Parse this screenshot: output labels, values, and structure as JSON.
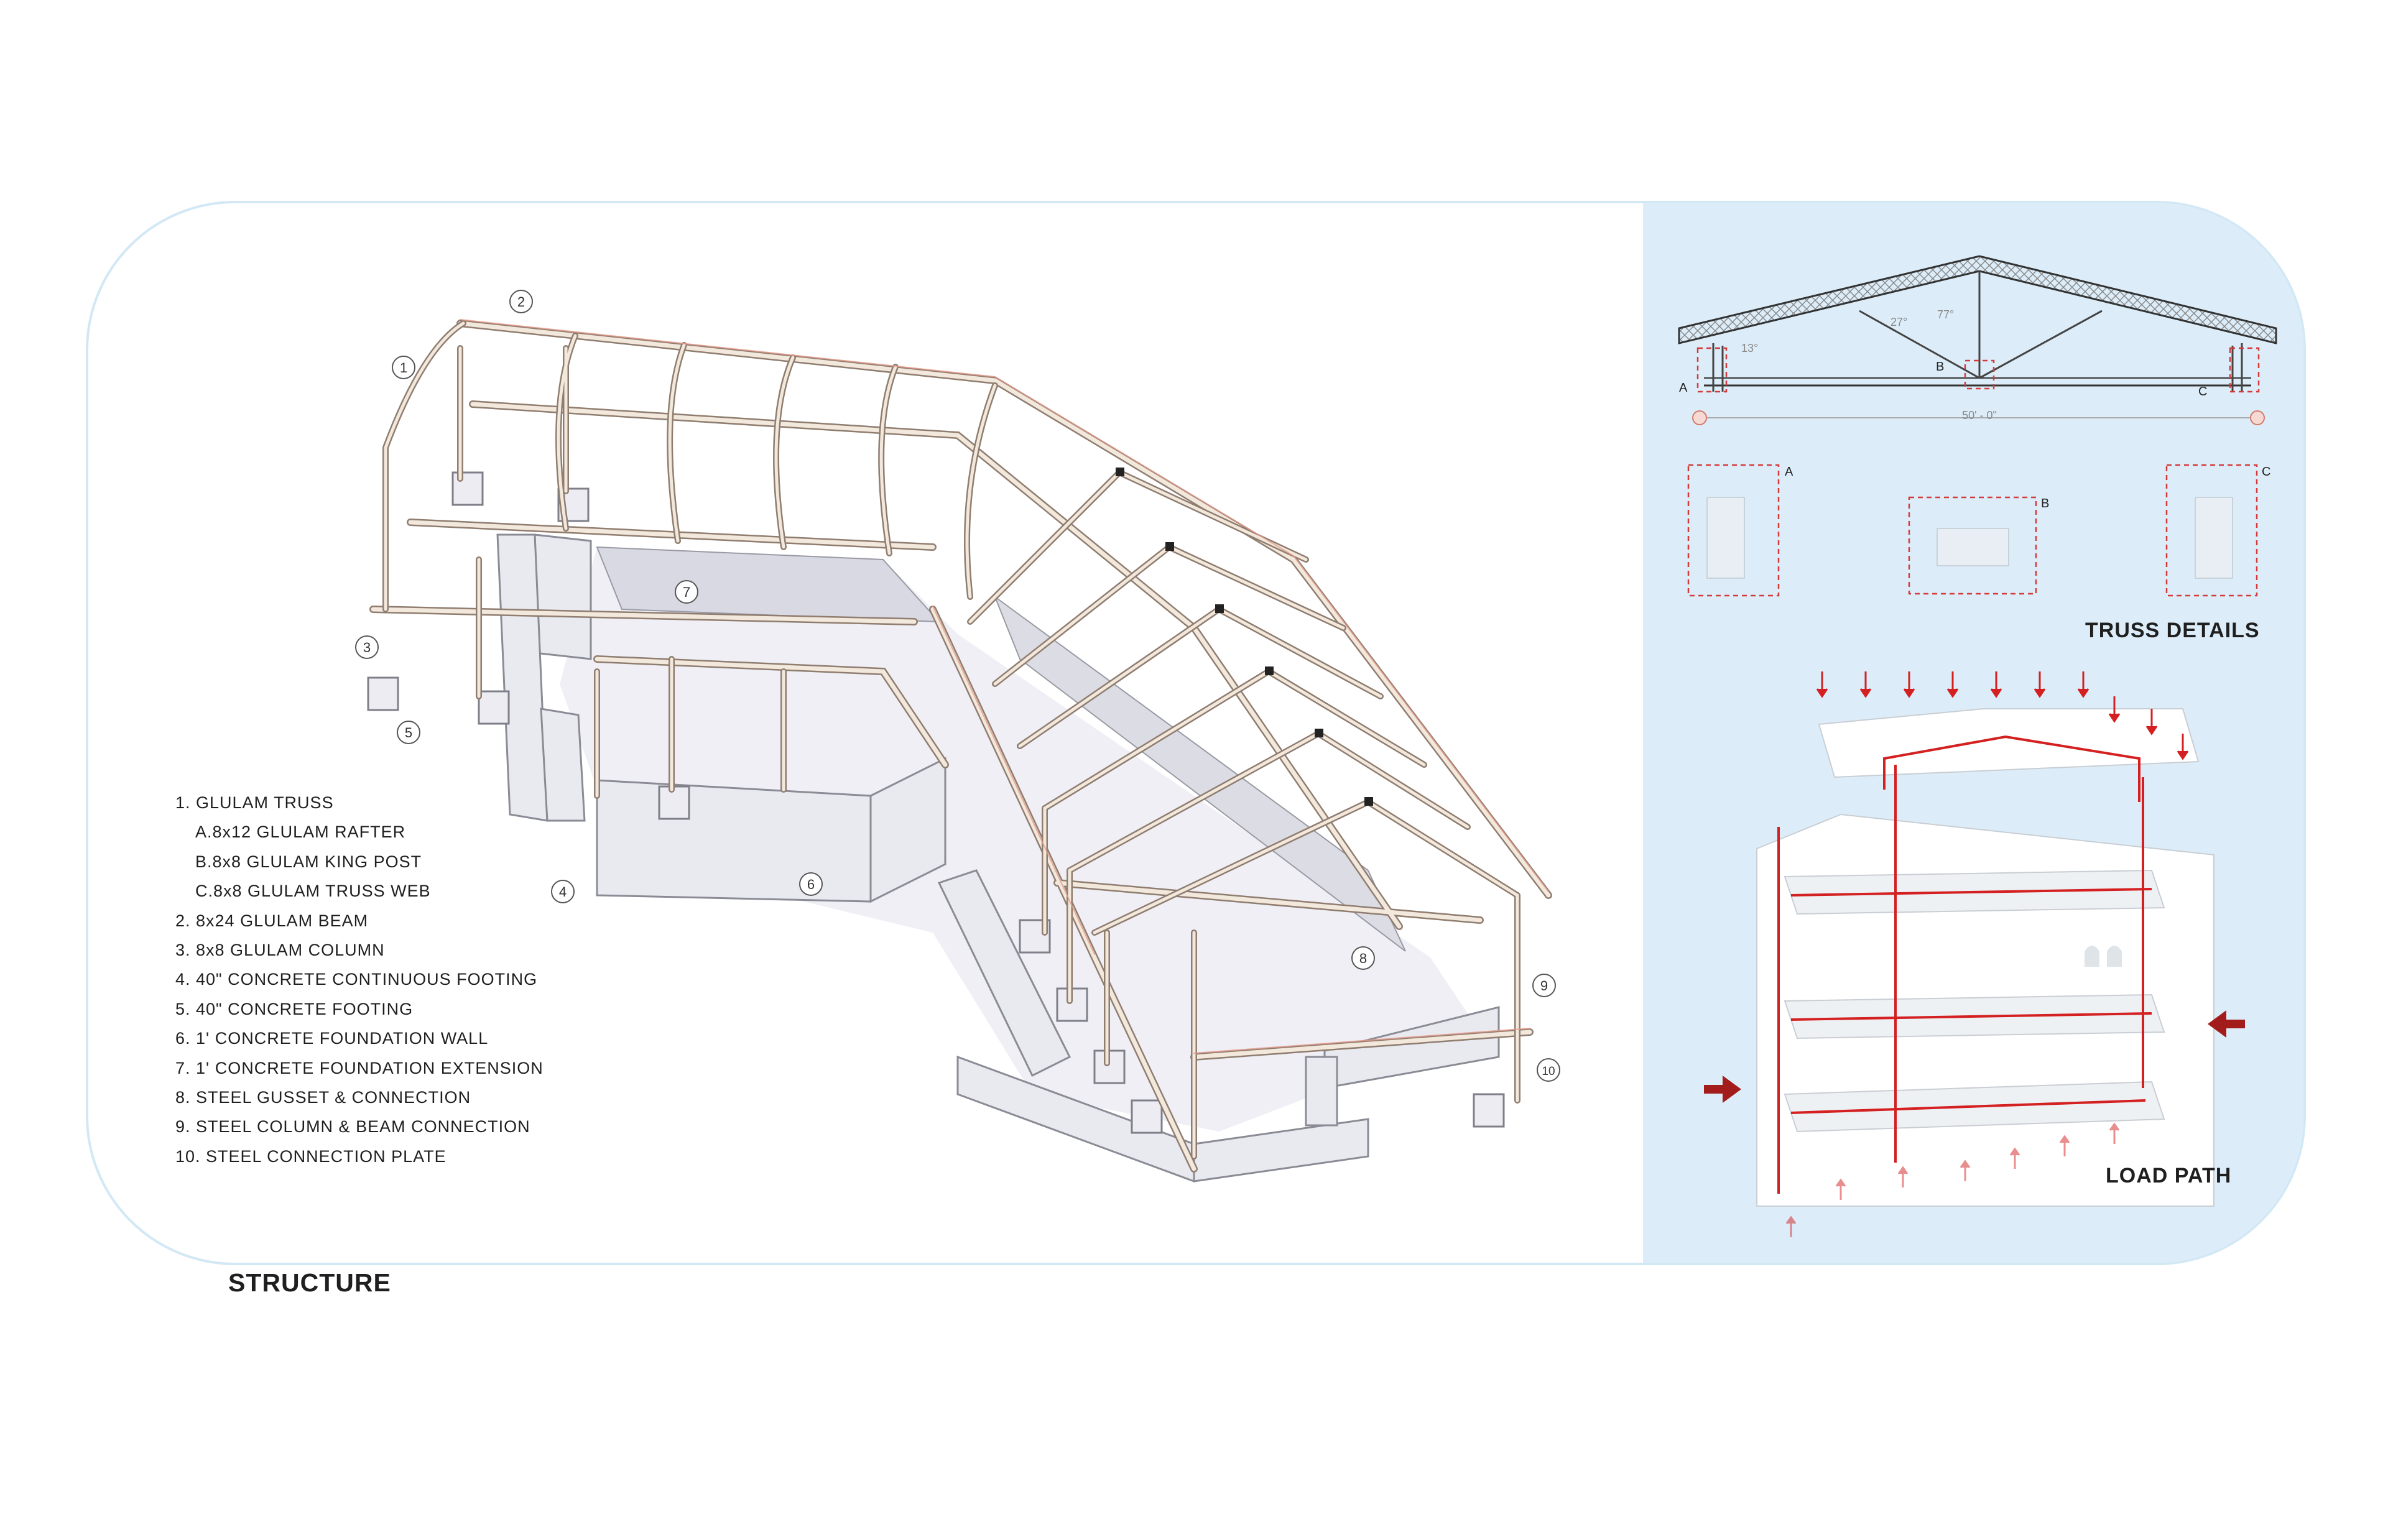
{
  "legend": [
    {
      "text": "1. GLULAM TRUSS",
      "sub": false
    },
    {
      "text": "A.8x12 GLULAM RAFTER",
      "sub": true
    },
    {
      "text": "B.8x8 GLULAM KING POST",
      "sub": true
    },
    {
      "text": "C.8x8 GLULAM TRUSS WEB",
      "sub": true
    },
    {
      "text": "2. 8x24 GLULAM BEAM",
      "sub": false
    },
    {
      "text": "3. 8x8 GLULAM COLUMN",
      "sub": false
    },
    {
      "text": "4. 40\" CONCRETE CONTINUOUS FOOTING",
      "sub": false
    },
    {
      "text": "5. 40\" CONCRETE FOOTING",
      "sub": false
    },
    {
      "text": "6. 1' CONCRETE FOUNDATION WALL",
      "sub": false
    },
    {
      "text": "7. 1' CONCRETE FOUNDATION EXTENSION",
      "sub": false
    },
    {
      "text": "8. STEEL GUSSET & CONNECTION",
      "sub": false
    },
    {
      "text": "9. STEEL COLUMN & BEAM CONNECTION",
      "sub": false
    },
    {
      "text": "10.  STEEL CONNECTION PLATE",
      "sub": false
    }
  ],
  "callouts": [
    "1",
    "2",
    "3",
    "4",
    "5",
    "6",
    "7",
    "8",
    "9",
    "10"
  ],
  "section_title": "STRUCTURE",
  "truss": {
    "heading": "TRUSS DETAILS",
    "span_label": "50' - 0\"",
    "angles": [
      "27°",
      "77°",
      "13°"
    ],
    "points": [
      "A",
      "B",
      "C"
    ],
    "detail_labels": [
      "A",
      "B",
      "C"
    ]
  },
  "load_path": {
    "heading": "LOAD PATH"
  },
  "colors": {
    "panel": "#dcedf9",
    "border": "#d3e8f5",
    "load_arrow": "#d42020",
    "timber": "#f1e6da",
    "concrete": "#e7e7ee"
  }
}
